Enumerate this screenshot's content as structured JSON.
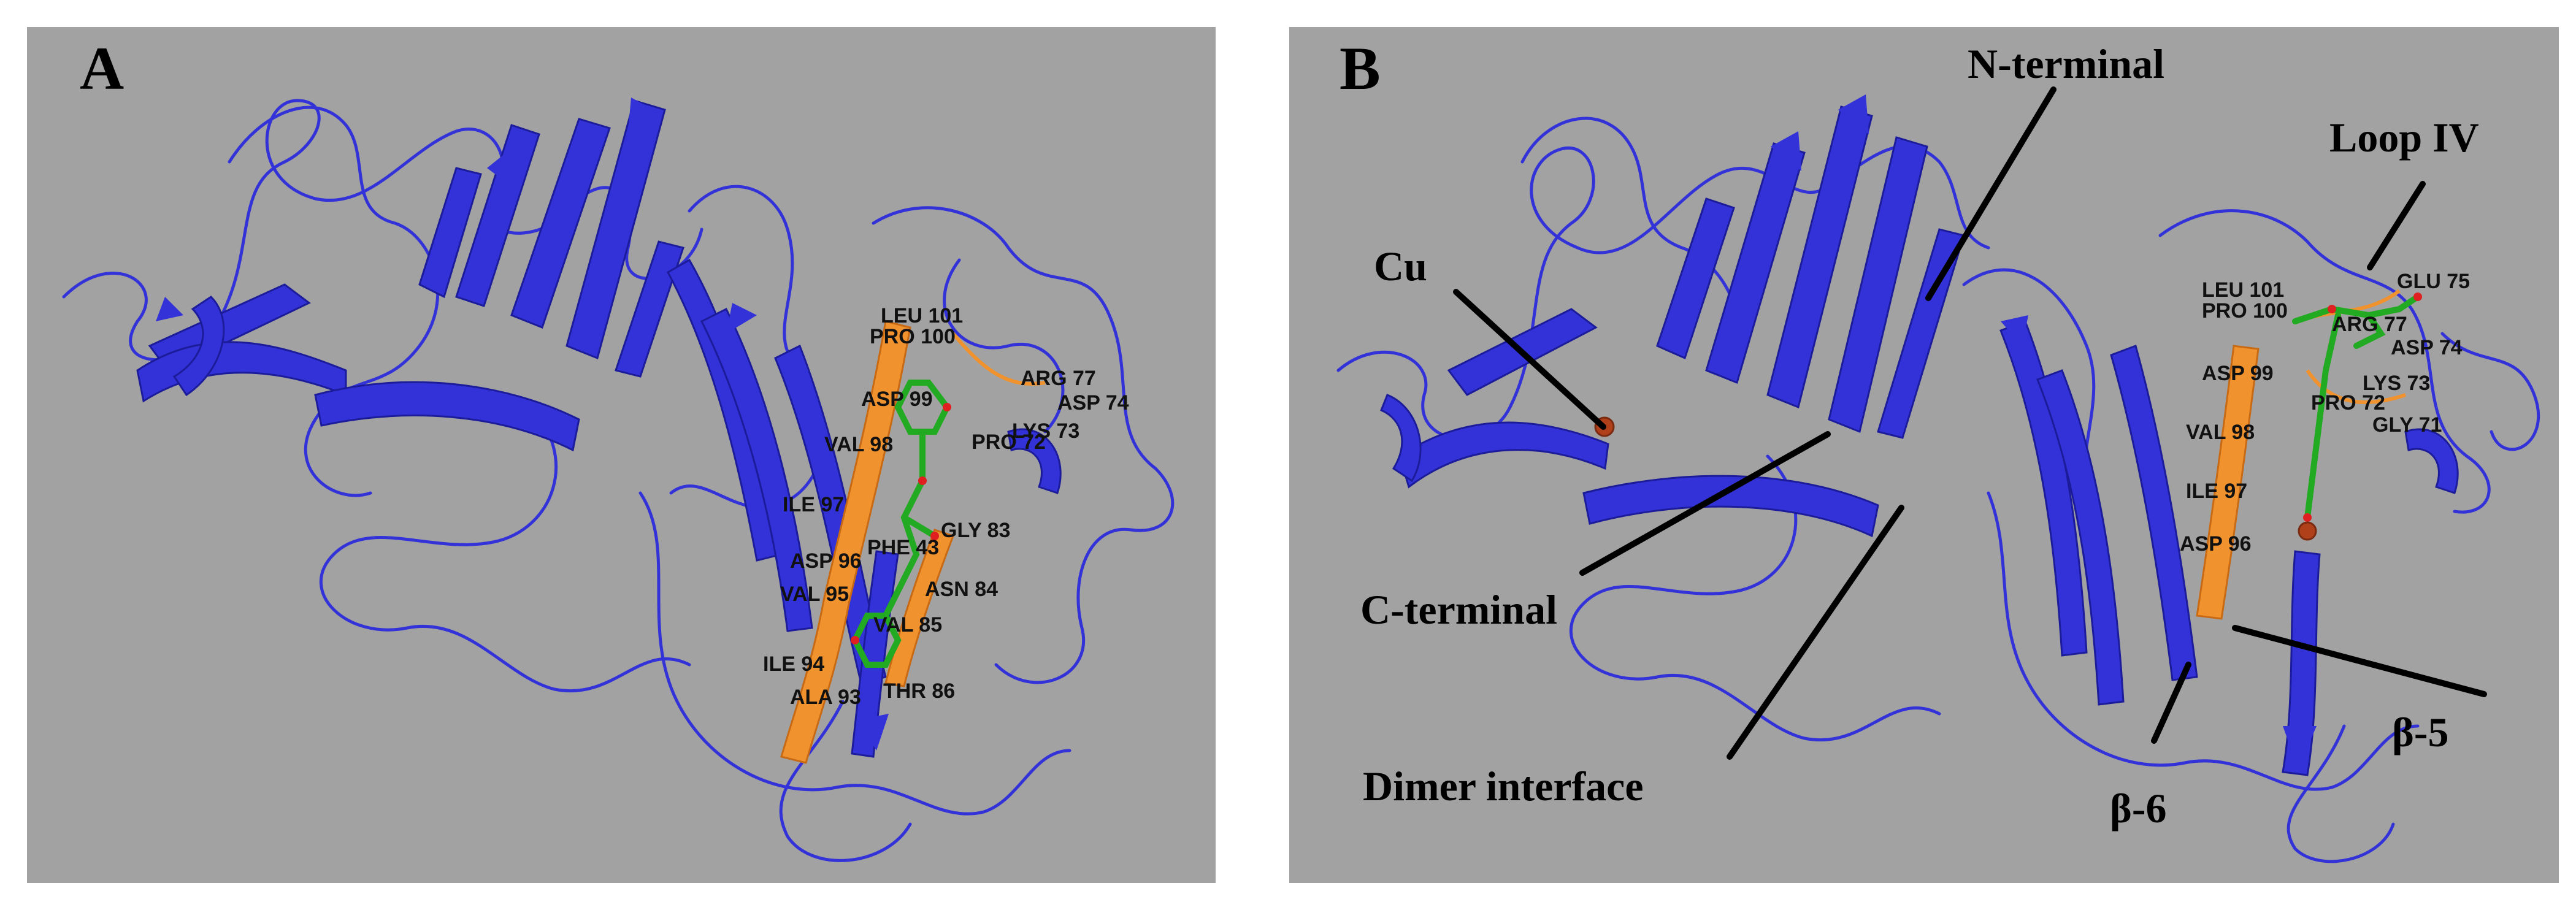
{
  "figure": {
    "panels": [
      {
        "letter": "A",
        "residue_labels": [
          "LEU 101",
          "PRO 100",
          "ARG 77",
          "ASP 74",
          "ASP 99",
          "LYS 73",
          "PRO 72",
          "VAL 98",
          "ILE 97",
          "GLY 83",
          "PHE 43",
          "ASP 96",
          "ASN 84",
          "VAL 95",
          "VAL 85",
          "ILE 94",
          "ALA 93",
          "THR 86"
        ]
      },
      {
        "letter": "B",
        "residue_labels": [
          "GLU 75",
          "LEU 101",
          "PRO 100",
          "ARG 77",
          "ASP 74",
          "ASP 99",
          "LYS 73",
          "PRO 72",
          "GLY 71",
          "VAL 98",
          "ILE 97",
          "ASP 96"
        ],
        "annotations": [
          "N-terminal",
          "Loop IV",
          "Cu",
          "C-terminal",
          "Dimer interface",
          "β-5",
          "β-6"
        ]
      }
    ]
  },
  "colors": {
    "background": "#a2a2a2",
    "ribbon_blue": "#3232d8",
    "highlight_orange": "#f0922e",
    "ligand_green": "#22aa22",
    "copper_ion": "#b0401a"
  }
}
